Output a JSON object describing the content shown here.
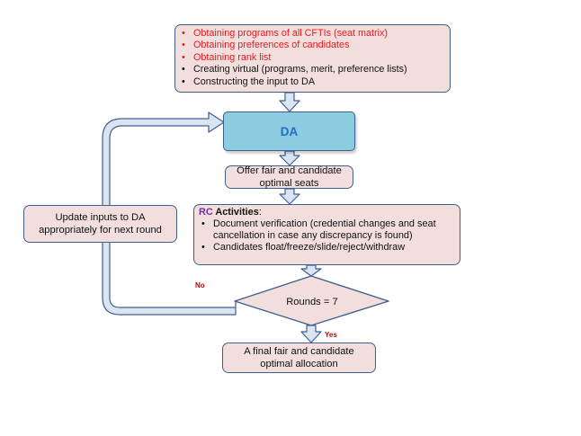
{
  "inputs_box": {
    "items": [
      {
        "text": "Obtaining programs of all CFTIs (seat matrix)",
        "color": "#e8191e"
      },
      {
        "text": "Obtaining preferences of candidates",
        "color": "#e8191e"
      },
      {
        "text": "Obtaining rank list",
        "color": "#e8191e"
      },
      {
        "text": "Creating virtual (programs, merit, preference lists)",
        "color": "#111111"
      },
      {
        "text": "Constructing the input to DA",
        "color": "#111111"
      }
    ]
  },
  "da_box": {
    "label": "DA"
  },
  "offer_box": {
    "label": "Offer fair and candidate optimal seats"
  },
  "rc_box": {
    "prefix": "RC",
    "title": " Activities",
    "title_suffix": ":",
    "items": [
      "Document verification (credential changes and seat cancellation in case any discrepancy is found)",
      "Candidates float/freeze/slide/reject/withdraw"
    ]
  },
  "update_box": {
    "line1": "Update inputs to DA",
    "line2": "appropriately for next round"
  },
  "decision": {
    "label": "Rounds = 7",
    "no_label": "No",
    "yes_label": "Yes"
  },
  "final_box": {
    "line1": "A final fair and candidate",
    "line2": "optimal allocation"
  },
  "colors": {
    "box_fill": "#f3dede",
    "box_border": "#3f5f8f",
    "da_fill": "#8ccbe0",
    "da_text": "#1f6fc5",
    "arrow_fill": "#dbe5f1",
    "red_text": "#e8191e",
    "rc_purple": "#7030a0",
    "label_red": "#c00000"
  }
}
